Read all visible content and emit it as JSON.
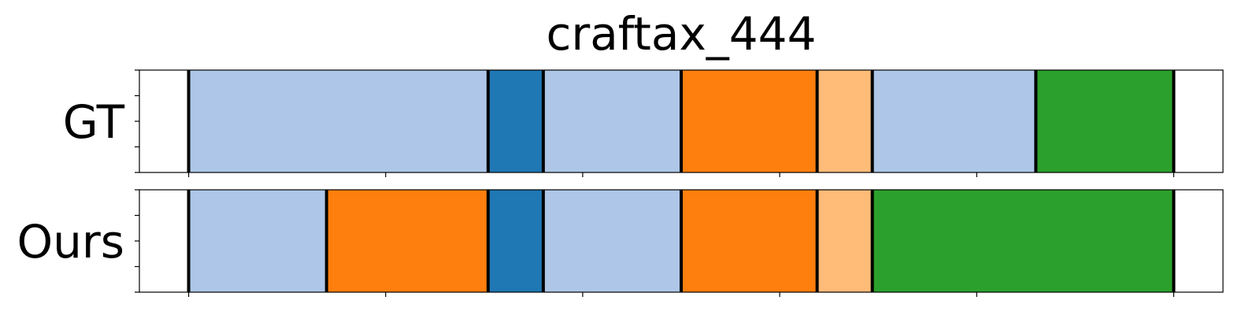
{
  "chart_data": {
    "type": "segmentation",
    "title": "craftax_444",
    "x_range": [
      -25,
      525
    ],
    "x_ticks": [
      0,
      100,
      200,
      300,
      400,
      500
    ],
    "rows": [
      {
        "label": "GT",
        "segments": [
          {
            "start": 0,
            "end": 152,
            "color": "#aec7e8"
          },
          {
            "start": 152,
            "end": 180,
            "color": "#1f77b4"
          },
          {
            "start": 180,
            "end": 250,
            "color": "#aec7e8"
          },
          {
            "start": 250,
            "end": 319,
            "color": "#ff7f0e"
          },
          {
            "start": 319,
            "end": 347,
            "color": "#ffbb78"
          },
          {
            "start": 347,
            "end": 430,
            "color": "#aec7e8"
          },
          {
            "start": 430,
            "end": 500,
            "color": "#2ca02c"
          }
        ]
      },
      {
        "label": "Ours",
        "segments": [
          {
            "start": 0,
            "end": 70,
            "color": "#aec7e8"
          },
          {
            "start": 70,
            "end": 152,
            "color": "#ff7f0e"
          },
          {
            "start": 152,
            "end": 180,
            "color": "#1f77b4"
          },
          {
            "start": 180,
            "end": 250,
            "color": "#aec7e8"
          },
          {
            "start": 250,
            "end": 319,
            "color": "#ff7f0e"
          },
          {
            "start": 319,
            "end": 347,
            "color": "#ffbb78"
          },
          {
            "start": 347,
            "end": 500,
            "color": "#2ca02c"
          }
        ]
      }
    ]
  }
}
